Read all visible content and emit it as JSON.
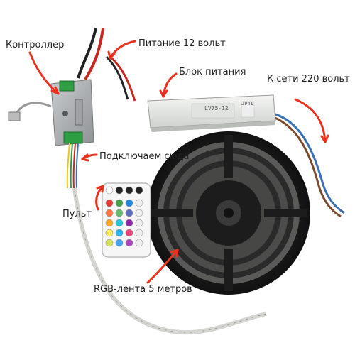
{
  "labels": {
    "controller": "Контроллер",
    "power_12v": "Питание 12 вольт",
    "power_supply": "Блок питания",
    "mains_220v": "К сети 220 вольт",
    "connect_here": "Подключаем сюда",
    "remote": "Пульт",
    "rgb_strip": "RGB-лента 5 метров"
  },
  "device_print": {
    "psu_model": "LV75-12",
    "psu_brand": "JP4I"
  },
  "colors": {
    "annotation_arrow": "#e8321e",
    "label_text": "#222222",
    "psu_body": "#e7e9e6",
    "controller_body": "#a9adb0",
    "terminal_green": "#2e9e43",
    "reel": "#1c1c1c",
    "strip": "#d4d4d0",
    "wire_black": "#222222",
    "wire_red": "#c8281e",
    "wire_blue": "#3a6fb0",
    "wire_brown": "#7a4a2a"
  },
  "remote_buttons": {
    "top_row": [
      "#ffffff",
      "#222222",
      "#222222",
      "#222222"
    ],
    "grid": [
      [
        "#e53935",
        "#43a047",
        "#1e88e5",
        "#eeeeee"
      ],
      [
        "#ff7043",
        "#66bb6a",
        "#5c6bc0",
        "#eeeeee"
      ],
      [
        "#ffa726",
        "#26c6da",
        "#8e24aa",
        "#eeeeee"
      ],
      [
        "#ffee58",
        "#29b6f6",
        "#ec407a",
        "#eeeeee"
      ],
      [
        "#d4e157",
        "#42a5f5",
        "#ab47bc",
        "#eeeeee"
      ]
    ]
  }
}
